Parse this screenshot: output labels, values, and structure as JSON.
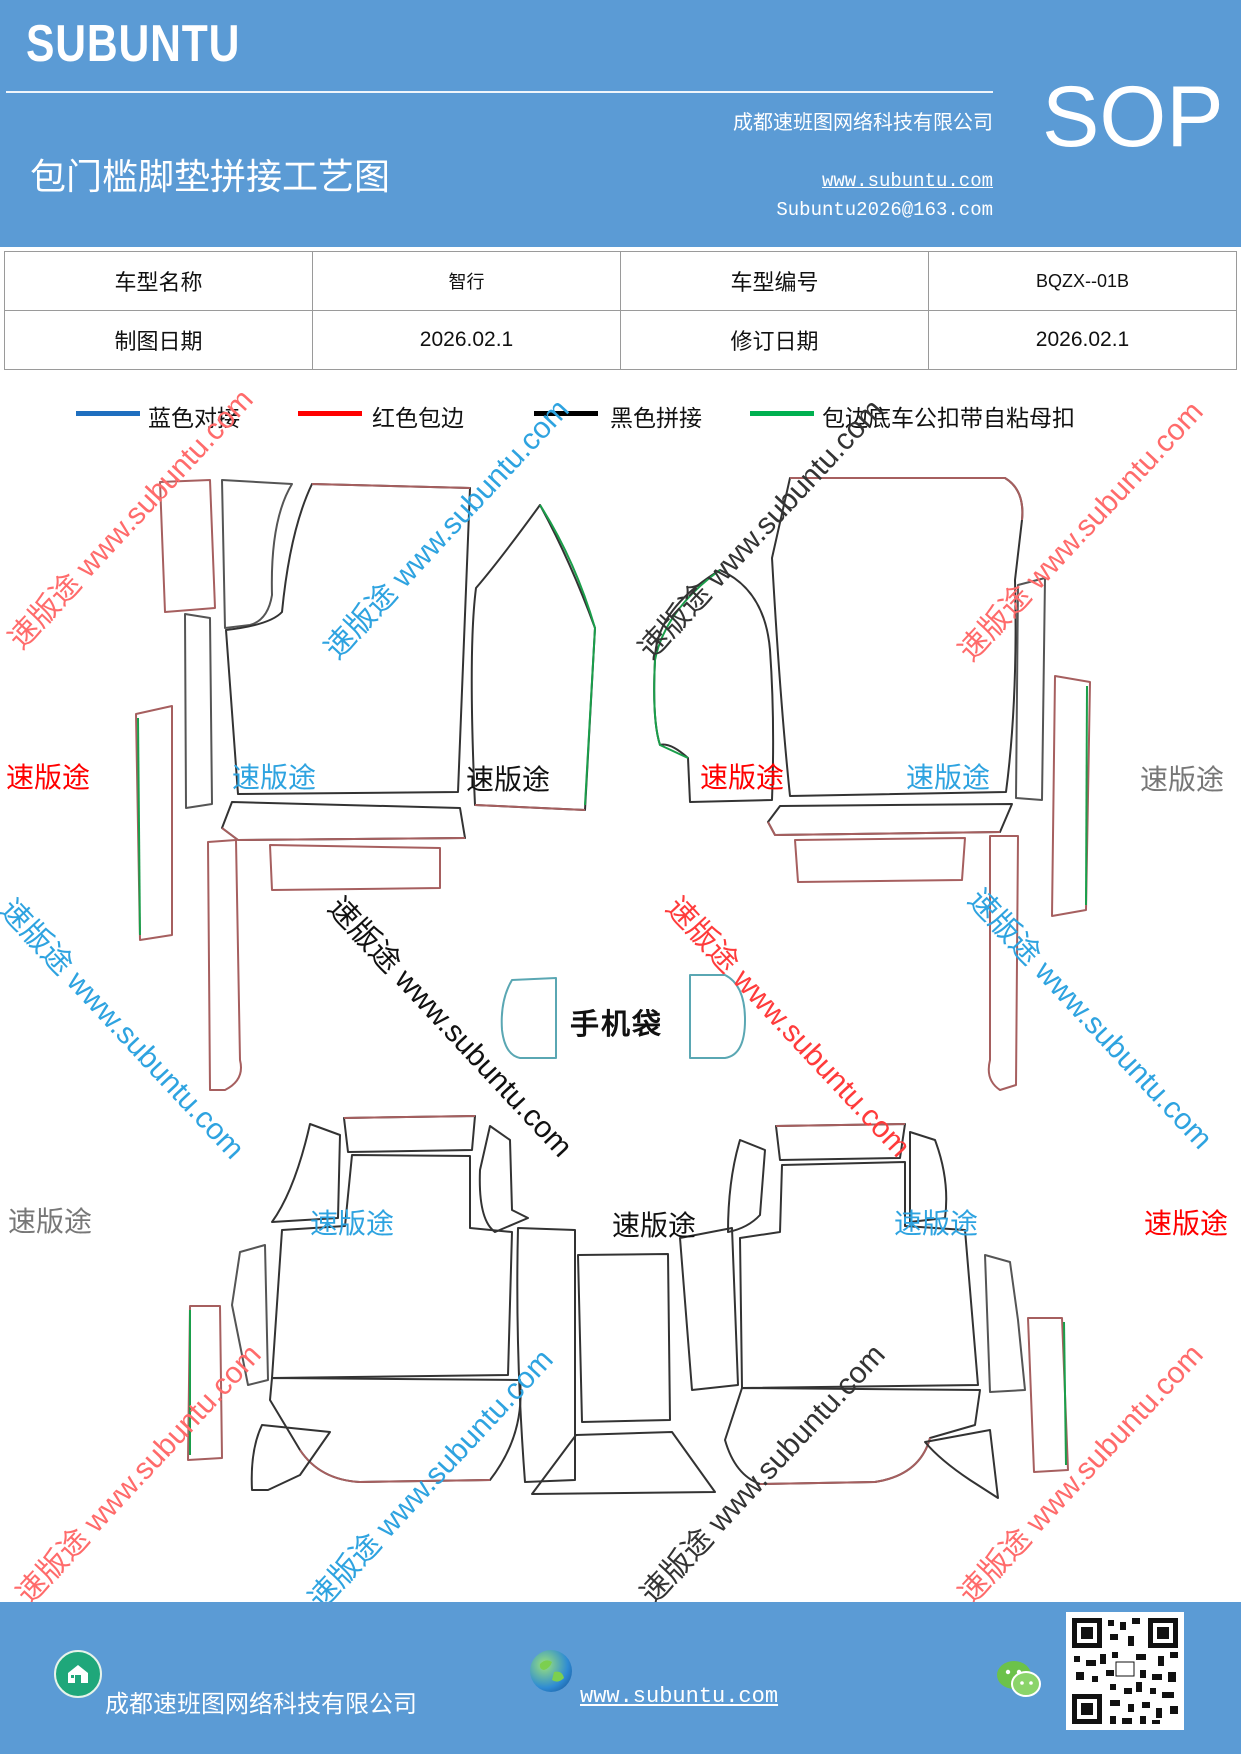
{
  "header": {
    "brand": "SUBUNTU",
    "company": "成都速班图网络科技有限公司",
    "title": "包门槛脚垫拼接工艺图",
    "website": "www.subuntu.com",
    "email": "Subuntu2026@163.com",
    "badge": "SOP"
  },
  "info_table": {
    "rows": [
      [
        "车型名称",
        "智行",
        "车型编号",
        "BQZX--01B"
      ],
      [
        "制图日期",
        "2026.02.1",
        "修订日期",
        "2026.02.1"
      ]
    ]
  },
  "legend": [
    {
      "label": "蓝色对接",
      "color": "#1f6fbf"
    },
    {
      "label": "红色包边",
      "color": "#ff0000"
    },
    {
      "label": "黑色拼接",
      "color": "#000000"
    },
    {
      "label": "包边底车公扣带自粘母扣",
      "color": "#00b050"
    }
  ],
  "diagram": {
    "phone_bag_label": "手机袋",
    "watermark_short": "速版途",
    "watermark_long": "速版途 www.subuntu.com"
  },
  "footer": {
    "company": "成都速班图网络科技有限公司",
    "website": "www.subuntu.com",
    "icons": [
      "home-icon",
      "globe-icon",
      "wechat-icon",
      "qr-code"
    ]
  }
}
